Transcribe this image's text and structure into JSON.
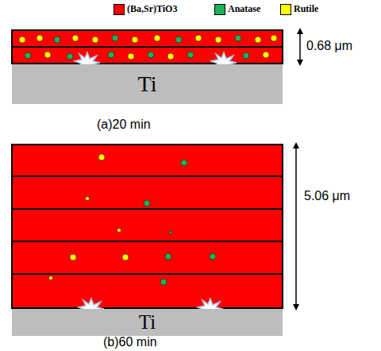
{
  "diagram": {
    "nodes": [
      {
        "text": [
          "Ti"
        ]
      },
      {
        "text": [
          "Ti"
        ]
      }
    ],
    "labels": [
      "0.68 μm",
      "(a)20 min",
      "5.06 μm",
      "(b)60 min"
    ],
    "legend": [
      {
        "text": "(Ba,Sr)TiO3",
        "color": "#ff0000"
      },
      {
        "text": "Anatase",
        "color": "#1fb05a"
      },
      {
        "text": "Rutile",
        "color": "#ffff00"
      }
    ]
  }
}
